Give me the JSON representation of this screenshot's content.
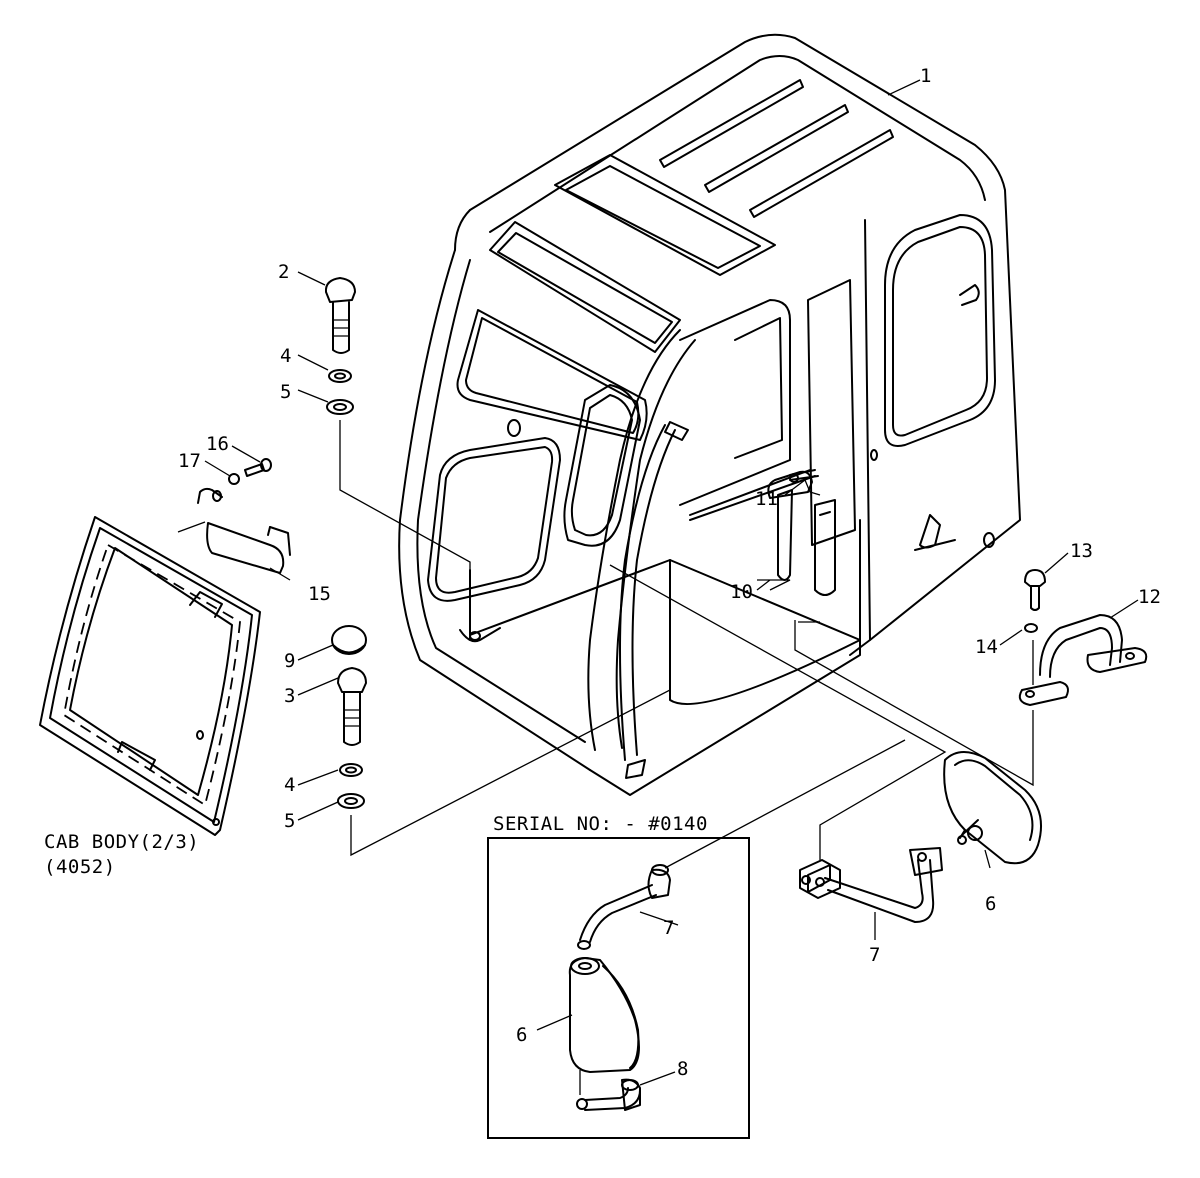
{
  "callouts": {
    "c1": "1",
    "c2": "2",
    "c3": "3",
    "c4a": "4",
    "c4b": "4",
    "c5a": "5",
    "c5b": "5",
    "c6a": "6",
    "c6b": "6",
    "c7a": "7",
    "c7b": "7",
    "c8": "8",
    "c9": "9",
    "c10": "10",
    "c11": "11",
    "c12": "12",
    "c13": "13",
    "c14": "14",
    "c15": "15",
    "c16": "16",
    "c17": "17"
  },
  "labels": {
    "cab_body_line1": "CAB BODY(2/3)",
    "cab_body_line2": "(4052)",
    "serial_no": "SERIAL NO: - #0140"
  },
  "icons": [
    "cab-body",
    "bolt",
    "washer",
    "lock-washer",
    "window-frame",
    "handrail",
    "mirror",
    "mirror-stay",
    "cap",
    "hammer"
  ]
}
